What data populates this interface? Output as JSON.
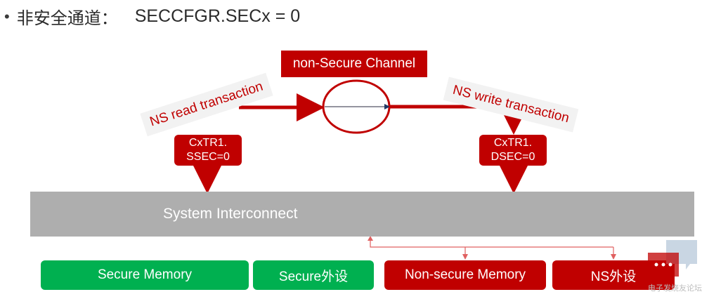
{
  "title": {
    "bullet": "•",
    "chinese": "非安全通道：",
    "register": "SECCFGR.SECx = 0"
  },
  "channel": {
    "label": "non-Secure Channel"
  },
  "transactions": {
    "read": "NS read transaction",
    "write": "NS write transaction"
  },
  "registers": {
    "read": {
      "line1": "CxTR1.",
      "line2": "SSEC=0"
    },
    "write": {
      "line1": "CxTR1.",
      "line2": "DSEC=0"
    }
  },
  "interconnect": {
    "label": "System Interconnect"
  },
  "memories": [
    {
      "label": "Secure Memory",
      "color": "#00b050"
    },
    {
      "label": "Secure外设",
      "color": "#00b050"
    },
    {
      "label": "Non-secure Memory",
      "color": "#c00000"
    },
    {
      "label": "NS外设",
      "color": "#c00000"
    }
  ],
  "watermark": {
    "text": "电子发烧友论坛"
  },
  "colors": {
    "accent": "#c00000",
    "secure": "#00b050",
    "bus": "#aeaeae"
  }
}
